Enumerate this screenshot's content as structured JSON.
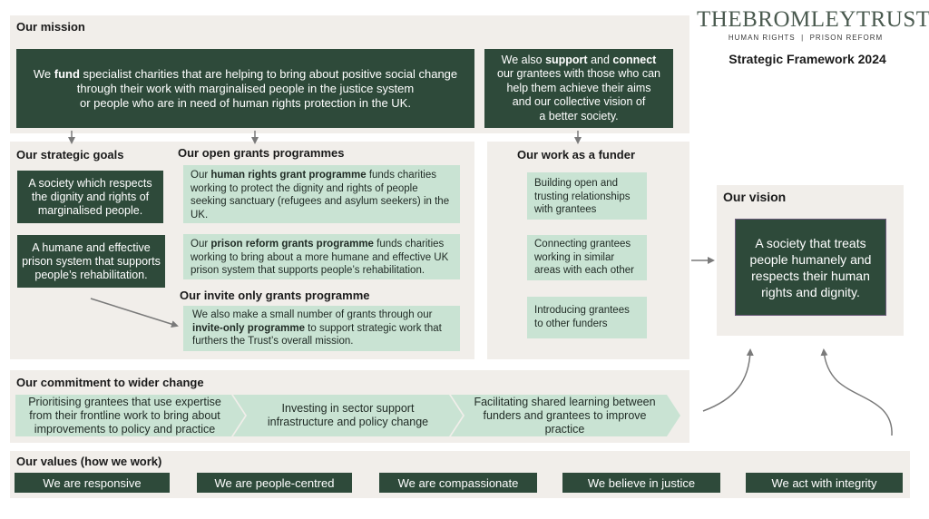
{
  "brand": {
    "title": "THEBROMLEYTRUST",
    "tagline": "HUMAN RIGHTS  |  PRISON REFORM",
    "framework": "Strategic Framework 2024"
  },
  "mission": {
    "heading": "Our mission",
    "fund_html": "We <b>fund</b> specialist charities that are helping to bring about positive social change<br>through their work with marginalised people in the justice system<br>or people who are in need of human rights protection in the UK.",
    "support_html": "We also <b>support</b> and <b>connect</b><br>our grantees with those who can<br>help them achieve their aims<br>and our collective vision of<br>a better society."
  },
  "goals": {
    "heading": "Our strategic goals",
    "items": [
      "A society which respects the dignity and rights of marginalised people.",
      "A humane and effective prison system that supports people’s rehabilitation."
    ]
  },
  "programmes": {
    "heading": "Our open grants programmes",
    "human_rights_html": "Our <b>human rights grant programme</b> funds charities working to protect the dignity and rights of people seeking sanctuary (refugees and asylum seekers) in the UK.",
    "prison_html": "Our <b>prison reform grants programme</b> funds charities working to bring about a more humane and effective UK prison system that supports people’s rehabilitation.",
    "invite_heading": "Our invite only grants programme",
    "invite_html": "We also make a small number of grants through our <b>invite-only programme</b> to support strategic work that furthers the Trust’s overall mission."
  },
  "funder": {
    "heading": "Our work as a funder",
    "items": [
      "Building open and trusting relationships with grantees",
      "Connecting grantees working in similar areas with each other",
      "Introducing grantees to other funders"
    ]
  },
  "vision": {
    "heading": "Our vision",
    "text": "A society that treats people humanely and respects their human rights and dignity."
  },
  "commitment": {
    "heading": "Our commitment to wider change",
    "items": [
      "Prioritising grantees that use expertise from their frontline work to bring about improvements to policy and practice",
      "Investing in sector support infrastructure and policy change",
      "Facilitating shared learning between funders and grantees to improve practice"
    ]
  },
  "values": {
    "heading": "Our values (how we work)",
    "items": [
      "We are responsive",
      "We are people-centred",
      "We are compassionate",
      "We believe in justice",
      "We act with integrity"
    ]
  },
  "colors": {
    "dark_green": "#2e4a3a",
    "light_green": "#c9e3d3",
    "panel": "#f1eeea",
    "arrow": "#7a7a7a"
  }
}
